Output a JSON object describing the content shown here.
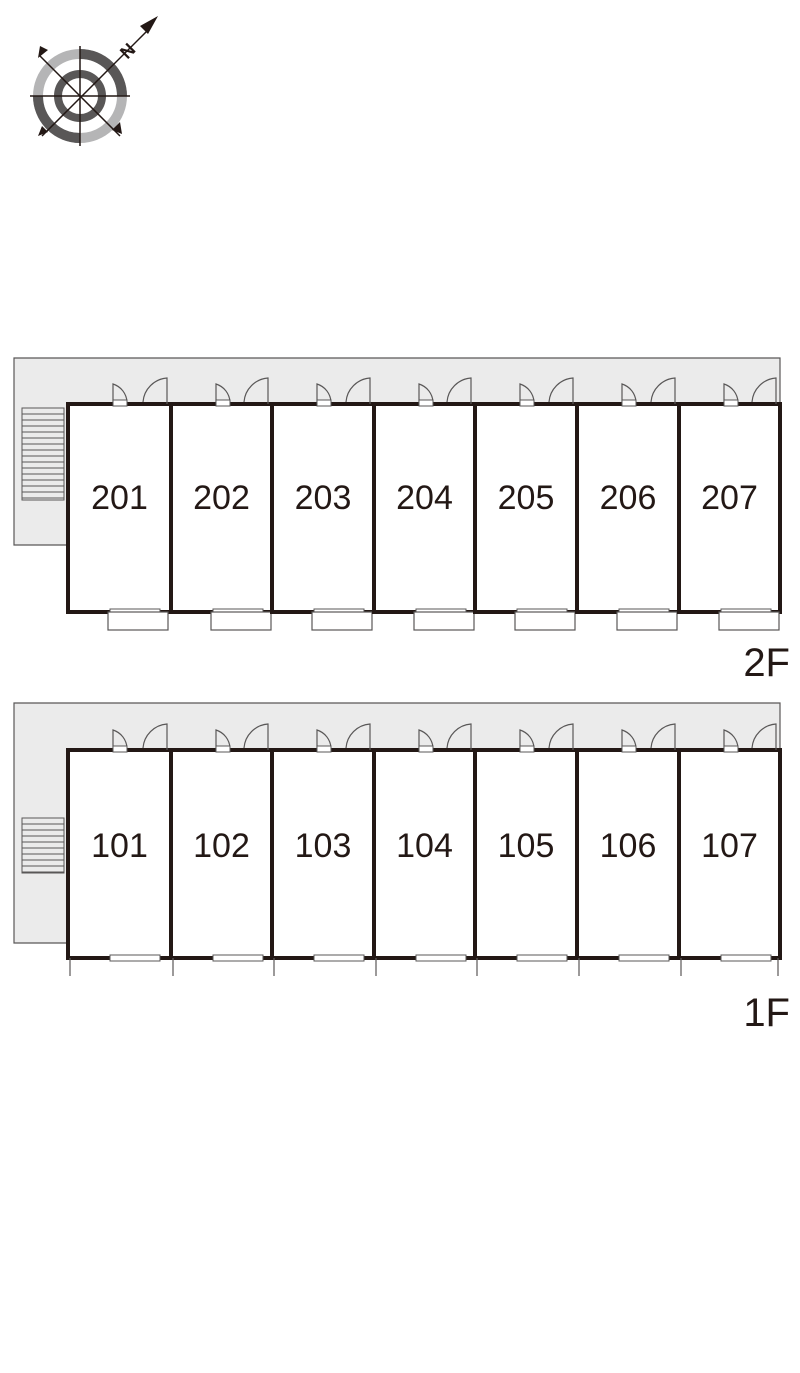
{
  "compass": {
    "label": "N",
    "icon": "compass-rose-icon"
  },
  "floors": [
    {
      "id": "2F",
      "label": "2F",
      "rooms": [
        "201",
        "202",
        "203",
        "204",
        "205",
        "206",
        "207"
      ]
    },
    {
      "id": "1F",
      "label": "1F",
      "rooms": [
        "101",
        "102",
        "103",
        "104",
        "105",
        "106",
        "107"
      ]
    }
  ],
  "colors": {
    "wall": "#231815",
    "corridor": "#ebebeb",
    "line": "#595757"
  }
}
